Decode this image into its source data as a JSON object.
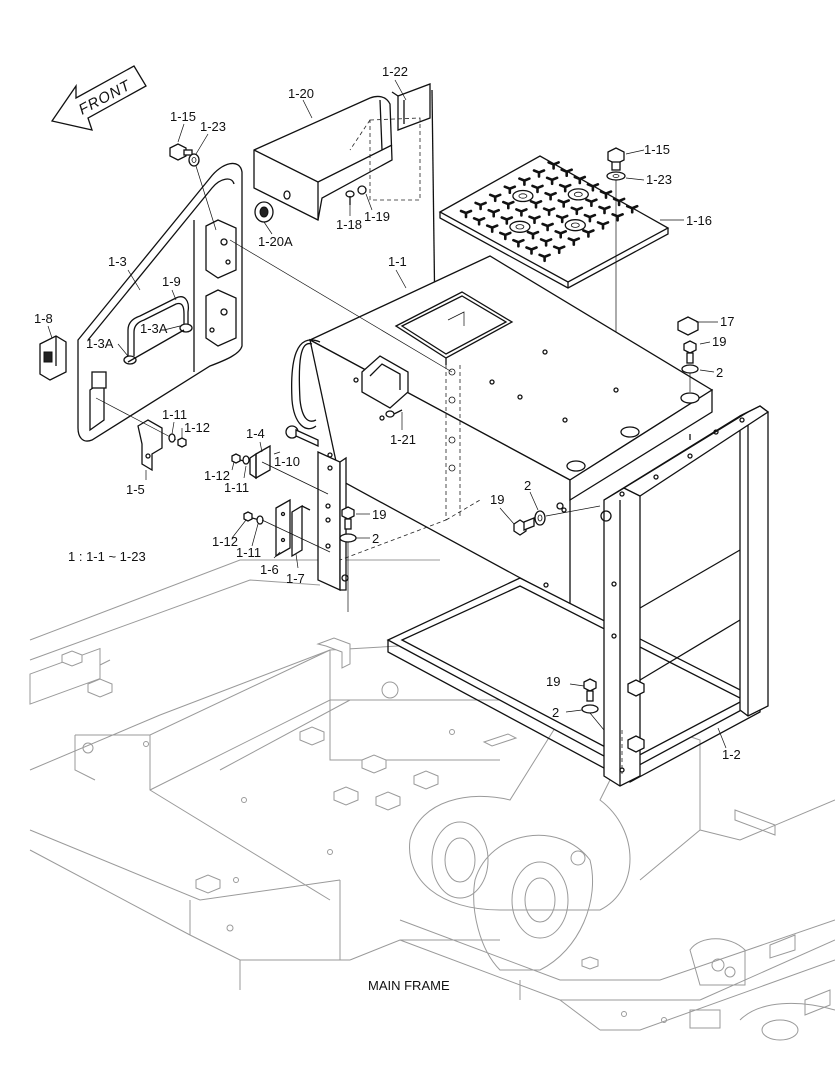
{
  "front_arrow": "FRONT",
  "scope_note": "1 : 1-1 ~ 1-23",
  "frame_caption": "MAIN FRAME",
  "callouts": [
    {
      "id": "c-1-22",
      "text": "1-22"
    },
    {
      "id": "c-1-20",
      "text": "1-20"
    },
    {
      "id": "c-1-15a",
      "text": "1-15"
    },
    {
      "id": "c-1-23a",
      "text": "1-23"
    },
    {
      "id": "c-1-20a",
      "text": "1-20A"
    },
    {
      "id": "c-1-18",
      "text": "1-18"
    },
    {
      "id": "c-1-19a",
      "text": "1-19"
    },
    {
      "id": "c-1-15b",
      "text": "1-15"
    },
    {
      "id": "c-1-23b",
      "text": "1-23"
    },
    {
      "id": "c-1-16",
      "text": "1-16"
    },
    {
      "id": "c-1-3",
      "text": "1-3"
    },
    {
      "id": "c-1-1",
      "text": "1-1"
    },
    {
      "id": "c-1-9",
      "text": "1-9"
    },
    {
      "id": "c-1-8",
      "text": "1-8"
    },
    {
      "id": "c-1-3a-a",
      "text": "1-3A"
    },
    {
      "id": "c-1-3a-b",
      "text": "1-3A"
    },
    {
      "id": "c-17",
      "text": "17"
    },
    {
      "id": "c-19a",
      "text": "19"
    },
    {
      "id": "c-2a",
      "text": "2"
    },
    {
      "id": "c-1-11a",
      "text": "1-11"
    },
    {
      "id": "c-1-12a",
      "text": "1-12"
    },
    {
      "id": "c-1-21",
      "text": "1-21"
    },
    {
      "id": "c-1-4",
      "text": "1-4"
    },
    {
      "id": "c-1-10",
      "text": "1-10"
    },
    {
      "id": "c-1-12b",
      "text": "1-12"
    },
    {
      "id": "c-1-11b",
      "text": "1-11"
    },
    {
      "id": "c-1-5",
      "text": "1-5"
    },
    {
      "id": "c-19b",
      "text": "19"
    },
    {
      "id": "c-2b",
      "text": "2"
    },
    {
      "id": "c-19c",
      "text": "19"
    },
    {
      "id": "c-2c",
      "text": "2"
    },
    {
      "id": "c-1-12c",
      "text": "1-12"
    },
    {
      "id": "c-1-11c",
      "text": "1-11"
    },
    {
      "id": "c-1-6",
      "text": "1-6"
    },
    {
      "id": "c-1-7",
      "text": "1-7"
    },
    {
      "id": "c-19d",
      "text": "19"
    },
    {
      "id": "c-2d",
      "text": "2"
    },
    {
      "id": "c-1-2",
      "text": "1-2"
    }
  ]
}
